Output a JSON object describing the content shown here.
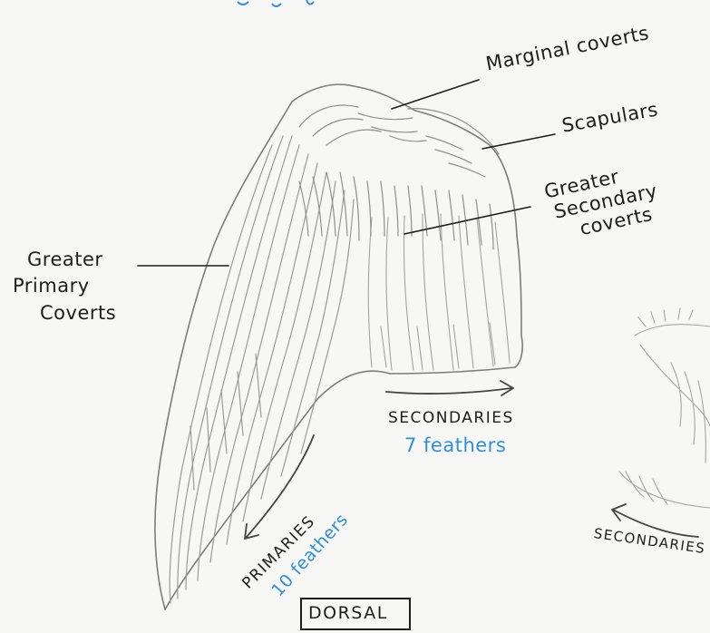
{
  "labels": {
    "marginal_coverts": "Marginal coverts",
    "scapulars": "Scapulars",
    "greater_secondary_coverts": [
      "Greater",
      "Secondary",
      "coverts"
    ],
    "greater_primary_coverts": [
      "Greater",
      "Primary",
      "Coverts"
    ],
    "secondaries": "SECONDARIES",
    "secondaries_count": "7 feathers",
    "primaries": "PRIMARIES",
    "primaries_count": "10 feathers",
    "view": "DORSAL",
    "secondaries_partial": "SECONDARIES"
  },
  "colors": {
    "paper": "#f7f7f5",
    "pencil": "#8a8a8a",
    "ink": "#1d1d1d",
    "annotation_blue": "#2e8fe0"
  }
}
